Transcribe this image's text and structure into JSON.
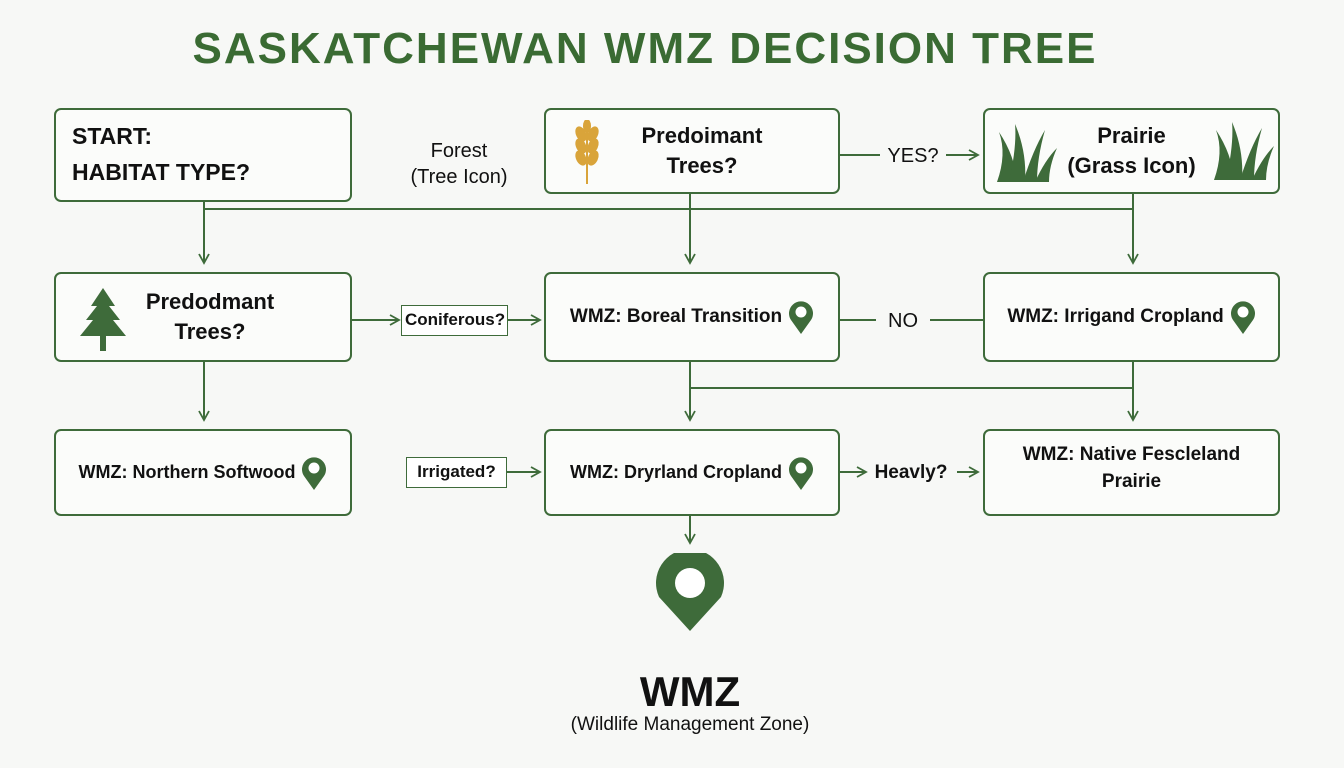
{
  "title": "SASKATCHEWAN WMZ DECISION TREE",
  "nodes": {
    "start": {
      "line1": "START:",
      "line2": "HABITAT TYPE?"
    },
    "predoimant": {
      "line1": "Predoimant",
      "line2": "Trees?"
    },
    "prairie": {
      "line1": "Prairie",
      "line2": "(Grass Icon)"
    },
    "predodmant": {
      "line1": "Predodmant",
      "line2": "Trees?"
    },
    "boreal": {
      "text": "WMZ: Boreal Transition"
    },
    "irrigand": {
      "text": "WMZ: Irrigand Cropland"
    },
    "northern": {
      "text": "WMZ: Northern Softwood"
    },
    "dryrland": {
      "text": "WMZ: Dryrland Cropland"
    },
    "native": {
      "line1": "WMZ: Native Fescleland",
      "line2": "Prairie"
    }
  },
  "edge_labels": {
    "forest_1": "Forest",
    "forest_2": "(Tree Icon)",
    "yes": "YES?",
    "no": "NO",
    "coniferous": "Coniferous?",
    "irrigated": "Irrigated?",
    "heavly": "Heavly?"
  },
  "legend": {
    "title": "WMZ",
    "subtitle": "(Wildlife Management Zone)"
  },
  "colors": {
    "primary": "#3e6b3a",
    "wheat": "#d9a43a"
  }
}
